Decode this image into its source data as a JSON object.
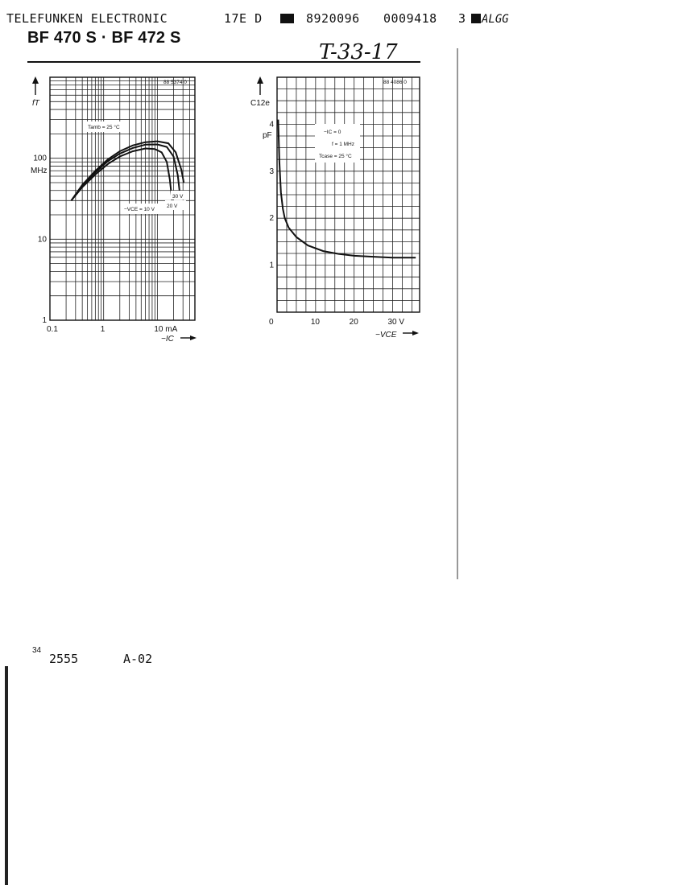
{
  "header": {
    "manufacturer": "TELEFUNKEN ELECTRONIC",
    "code": "17E D",
    "number1": "8920096",
    "number2": "0009418",
    "number3": "3",
    "suffix": "ALGG",
    "title": "BF 470 S · BF 472 S",
    "handwritten_note": "T-33-17"
  },
  "footer": {
    "page_number": "34",
    "doc_code": "2555",
    "revision": "A-02"
  },
  "chart_data": [
    {
      "type": "line",
      "figure_id": "88 5374 0",
      "ylabel": "fT",
      "ylabel_unit": "MHz",
      "xlabel": "−IC",
      "xscale": "log",
      "yscale": "log",
      "xlim": [
        0.1,
        50
      ],
      "ylim": [
        1,
        1000
      ],
      "x_ticks": [
        {
          "value": 0.1,
          "label": "0.1"
        },
        {
          "value": 1,
          "label": "1"
        },
        {
          "value": 10,
          "label": "10 mA"
        }
      ],
      "y_ticks": [
        {
          "value": 1,
          "label": "1"
        },
        {
          "value": 10,
          "label": "10"
        },
        {
          "value": 100,
          "label": "100"
        }
      ],
      "condition": "Tamb = 25 °C",
      "grid": true,
      "series": [
        {
          "name": "−VCE = 10 V",
          "x": [
            0.25,
            0.4,
            0.7,
            1.2,
            2,
            3.5,
            6,
            9,
            12,
            15,
            17,
            19
          ],
          "y": [
            30,
            44,
            63,
            85,
            105,
            122,
            132,
            130,
            118,
            90,
            55,
            28
          ]
        },
        {
          "name": "20 V",
          "x": [
            0.25,
            0.4,
            0.7,
            1.2,
            2,
            3.5,
            6,
            10,
            15,
            20,
            24,
            26
          ],
          "y": [
            30,
            46,
            67,
            92,
            114,
            134,
            147,
            148,
            138,
            105,
            62,
            38
          ]
        },
        {
          "name": "30 V",
          "x": [
            0.25,
            0.4,
            0.7,
            1.2,
            2,
            3.5,
            6,
            10,
            16,
            22,
            28,
            31
          ],
          "y": [
            30,
            47,
            70,
            97,
            122,
            144,
            158,
            162,
            153,
            118,
            72,
            50
          ]
        }
      ]
    },
    {
      "type": "line",
      "figure_id": "88 4086 0",
      "ylabel": "C12e",
      "ylabel_unit": "pF",
      "xlabel": "−VCE",
      "xlim": [
        0,
        37
      ],
      "ylim": [
        0,
        5
      ],
      "x_ticks": [
        {
          "value": 0,
          "label": "0"
        },
        {
          "value": 10,
          "label": "10"
        },
        {
          "value": 20,
          "label": "20"
        },
        {
          "value": 30,
          "label": "30 V"
        }
      ],
      "y_ticks": [
        {
          "value": 1,
          "label": "1"
        },
        {
          "value": 2,
          "label": "2"
        },
        {
          "value": 3,
          "label": "3"
        },
        {
          "value": 4,
          "label": "4"
        }
      ],
      "condition_lines": [
        "−IC = 0",
        "f = 1 MHz",
        "Tcase = 25 °C"
      ],
      "grid": true,
      "series": [
        {
          "name": "",
          "x": [
            0.3,
            0.6,
            1,
            1.5,
            2,
            3,
            5,
            8,
            12,
            16,
            20,
            25,
            30,
            36
          ],
          "y": [
            4.1,
            3.2,
            2.55,
            2.2,
            2.0,
            1.8,
            1.6,
            1.42,
            1.3,
            1.24,
            1.2,
            1.18,
            1.16,
            1.16
          ]
        }
      ]
    }
  ]
}
